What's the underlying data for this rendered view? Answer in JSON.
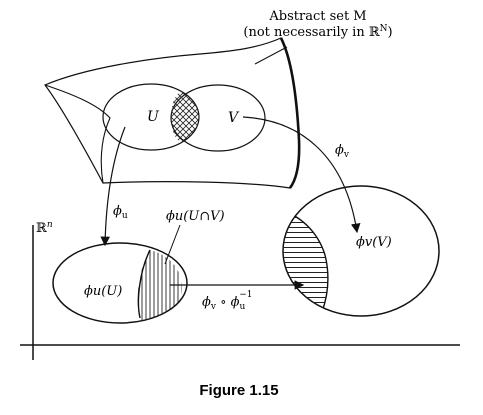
{
  "labels": {
    "set_title": "Abstract set M",
    "set_subtitle": "(not necessarily in ℝ",
    "set_subtitle_sup": "N",
    "set_subtitle_close": ")",
    "space": "ℝ",
    "space_sup": "n",
    "U": "U",
    "V": "V",
    "phi_u": "ϕ",
    "phi_u_sub": "u",
    "phi_v": "ϕ",
    "phi_v_sub": "v",
    "phi_u_U": "ϕu(U)",
    "phi_u_UV": "ϕu(U∩V)",
    "phi_v_V": "ϕv(V)",
    "transition_main": "ϕ",
    "transition_sub1": "v",
    "transition_circ": " ∘ ϕ",
    "transition_sub2": "u",
    "transition_sup": "−1"
  },
  "caption": "Figure 1.15"
}
